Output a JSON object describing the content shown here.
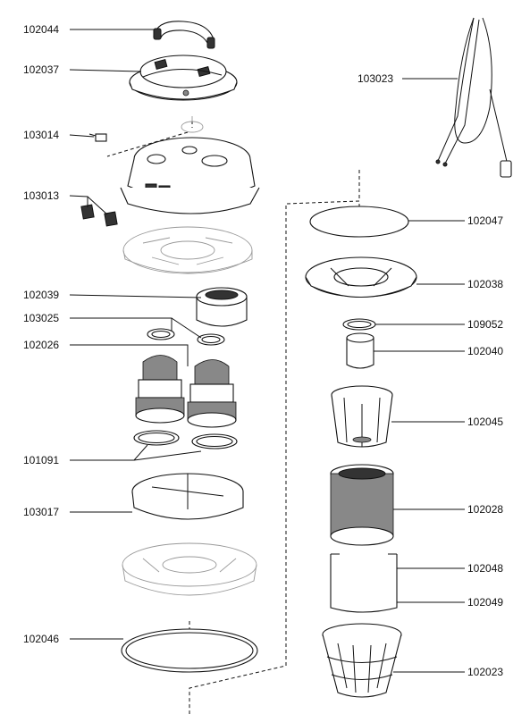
{
  "parts": {
    "p102044": "102044",
    "p102037": "102037",
    "p103014": "103014",
    "p103013": "103013",
    "p102039": "102039",
    "p103025": "103025",
    "p102026": "102026",
    "p101091": "101091",
    "p103017": "103017",
    "p102046": "102046",
    "p103023": "103023",
    "p102047": "102047",
    "p102038": "102038",
    "p109052": "109052",
    "p102040": "102040",
    "p102045": "102045",
    "p102028": "102028",
    "p102048": "102048",
    "p102049": "102049",
    "p102023": "102023"
  }
}
